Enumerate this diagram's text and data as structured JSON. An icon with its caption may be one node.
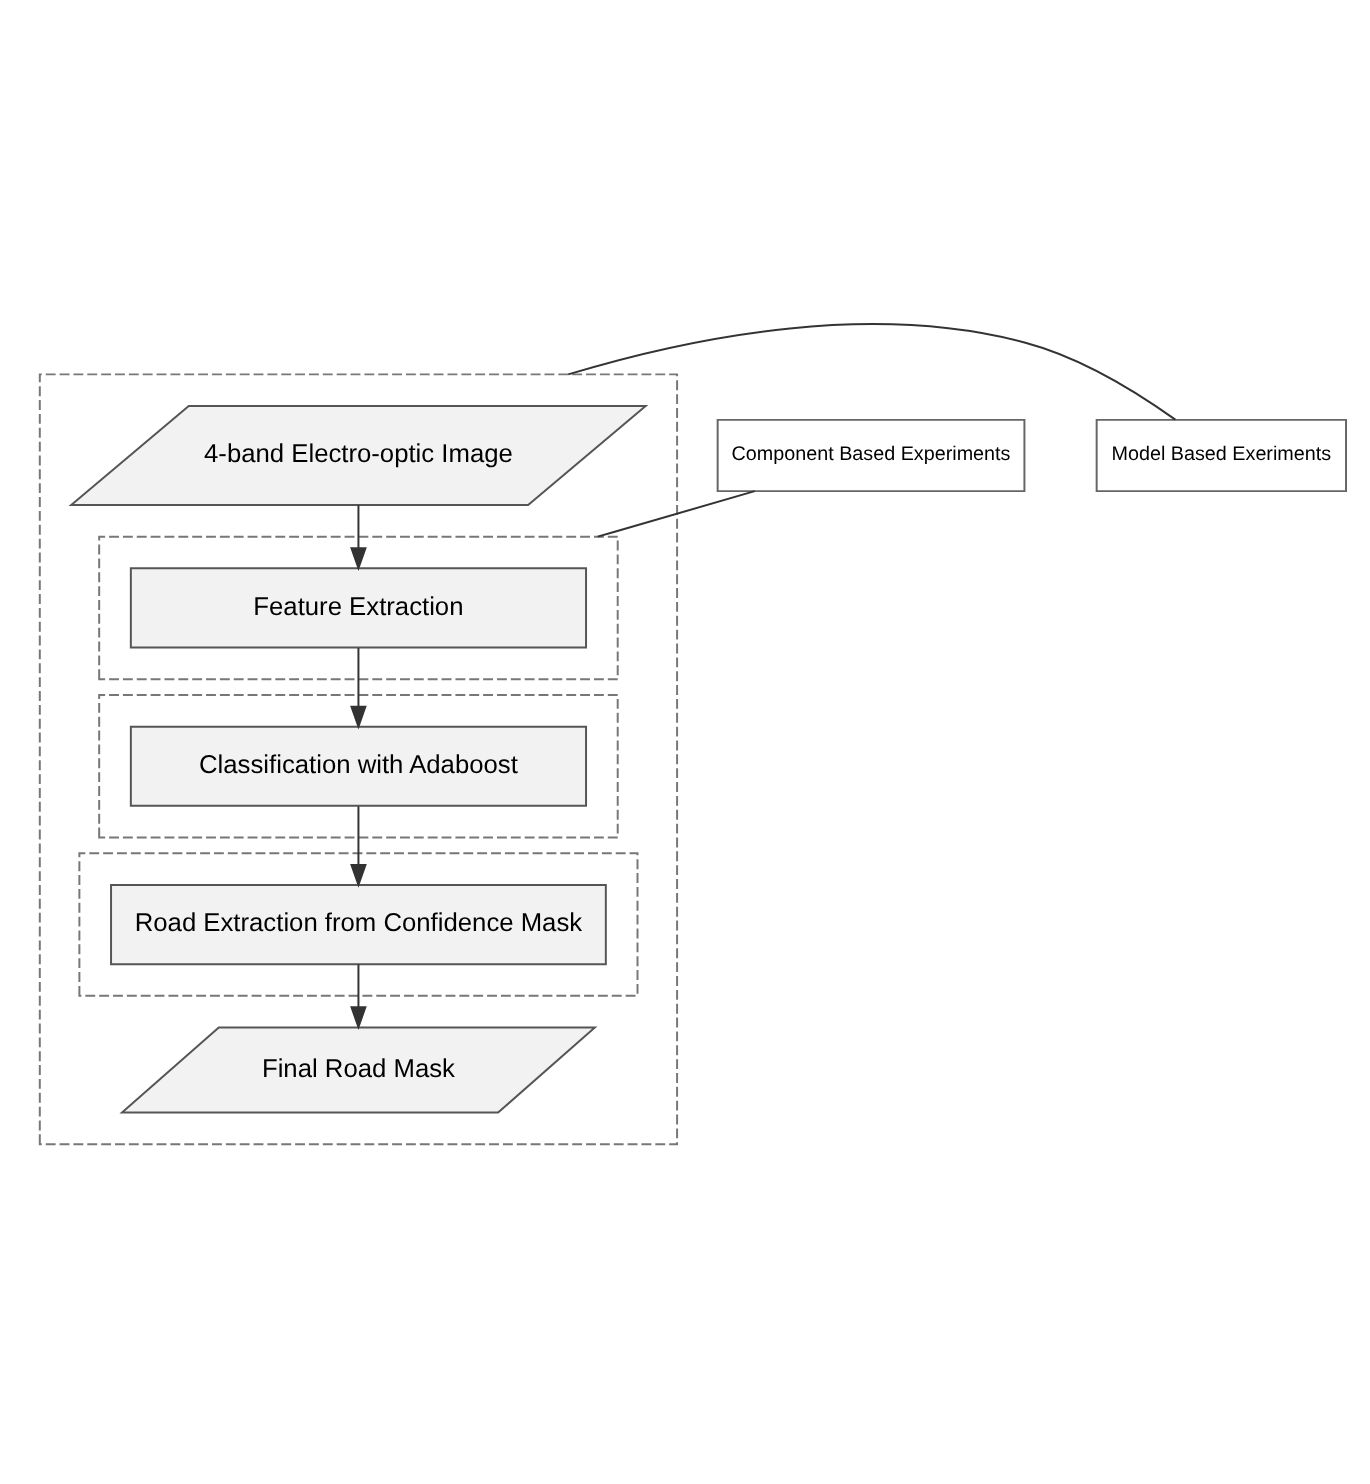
{
  "diagram": {
    "nodes": [
      {
        "text": [],
        "shape": "box"
      },
      {
        "text": [
          "4-band Electro-optic Image"
        ],
        "in": 0
      },
      {
        "text": [],
        "shape": "box",
        "in": 0
      },
      {
        "text": [
          "Feature Extraction"
        ],
        "in": 2
      },
      {
        "text": [],
        "shape": "box",
        "in": 0
      },
      {
        "text": [
          "Classification with Adaboost"
        ],
        "in": 4
      },
      {
        "text": [],
        "shape": "box",
        "in": 0
      },
      {
        "text": [
          "Road Extraction from Confidence Mask"
        ],
        "in": 6
      },
      {
        "text": [
          "Final Road Mask"
        ],
        "in": 0
      },
      {
        "text": [
          "Component Based Experiments"
        ]
      },
      {
        "text": [
          "Model Based Exeriments"
        ]
      }
    ],
    "edges": [
      {
        "from": 1,
        "to": 3,
        "arrow": "to"
      },
      {
        "from": 3,
        "to": 5,
        "arrow": "to"
      },
      {
        "from": 5,
        "to": 7,
        "arrow": "to"
      },
      {
        "from": 7,
        "to": 8,
        "arrow": "to"
      },
      {
        "from": 9,
        "to": 2,
        "arrow": "none"
      },
      {
        "from": 10,
        "to": 0,
        "arrow": "none"
      }
    ]
  }
}
